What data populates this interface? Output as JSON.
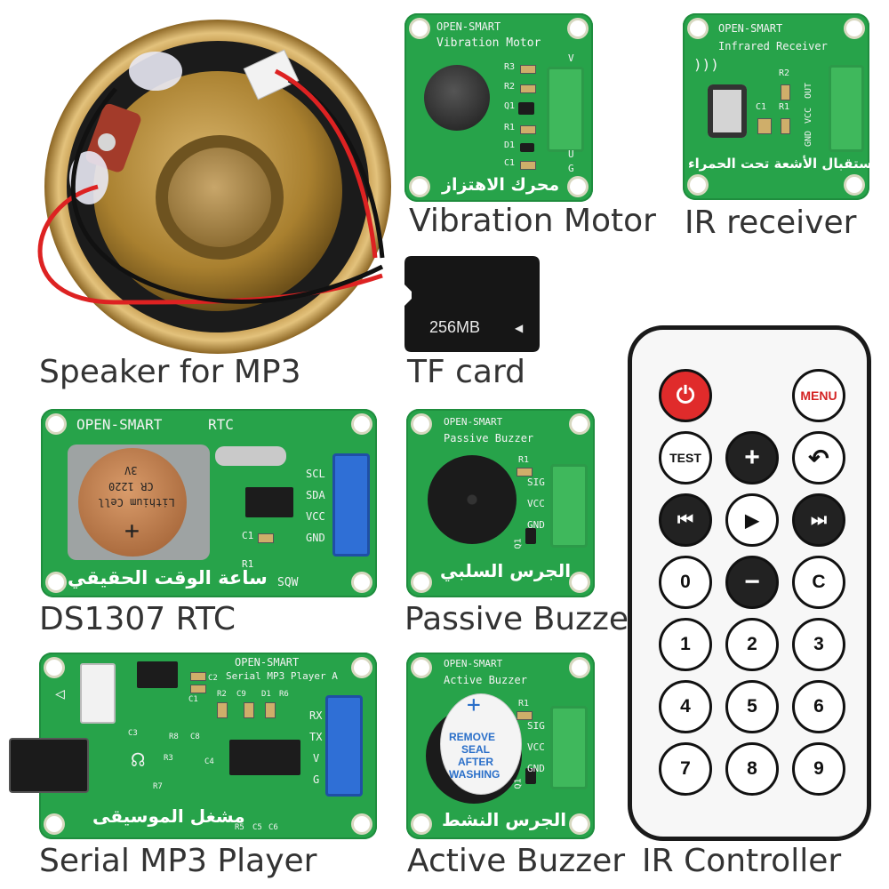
{
  "captions": {
    "speaker": "Speaker for MP3",
    "vibration": "Vibration Motor",
    "ir_receiver": "IR receiver",
    "tf_card": "TF card",
    "rtc": "DS1307 RTC",
    "passive_buzzer": "Passive Buzzer",
    "mp3_player": "Serial MP3 Player",
    "active_buzzer": "Active Buzzer",
    "ir_controller": "IR Controller"
  },
  "vibration_board": {
    "brand": "OPEN-SMART",
    "title": "Vibration Motor",
    "arabic": "محرك الاهتزاز",
    "pins": [
      "V",
      "U",
      "G"
    ],
    "parts": [
      "R3",
      "R2",
      "Q1",
      "R1",
      "D1",
      "C1"
    ]
  },
  "ir_board": {
    "brand": "OPEN-SMART",
    "title": "Infrared Receiver",
    "arabic": "استقبال الأشعة تحت الحمراء",
    "pins": [
      "OUT",
      "VCC",
      "GND"
    ],
    "parts": [
      "R2",
      "C1",
      "R1"
    ]
  },
  "tf_card": {
    "label": "256MB"
  },
  "rtc_board": {
    "brand": "OPEN-SMART",
    "title": "RTC",
    "arabic": "ساعة الوقت الحقيقي",
    "battery_text": [
      "3V",
      "CR 1220",
      "Lithium Cell"
    ],
    "battery_plus": "+",
    "pins": [
      "SCL",
      "SDA",
      "VCC",
      "GND"
    ],
    "extra_label": "SQW",
    "parts": [
      "C1",
      "R1"
    ]
  },
  "passive_board": {
    "brand": "OPEN-SMART",
    "title": "Passive Buzzer",
    "arabic": "الجرس السلبي",
    "pins": [
      "SIG",
      "VCC",
      "GND"
    ],
    "parts": [
      "R1",
      "Q1"
    ]
  },
  "mp3_board": {
    "brand": "OPEN-SMART",
    "title": "Serial MP3 Player A",
    "arabic": "مشغل الموسيقى",
    "pins": [
      "RX",
      "TX",
      "V",
      "G"
    ],
    "parts": [
      "C2",
      "C1",
      "R2",
      "C9",
      "D1",
      "R6",
      "C3",
      "R8",
      "C8",
      "R3",
      "C4",
      "R7",
      "R5",
      "C5",
      "C6"
    ]
  },
  "active_board": {
    "brand": "OPEN-SMART",
    "title": "Active Buzzer",
    "arabic": "الجرس النشط",
    "sticker_plus": "+",
    "sticker_text": [
      "REMOVE",
      "SEAL",
      "AFTER",
      "WASHING"
    ],
    "pins": [
      "SIG",
      "VCC",
      "GND"
    ],
    "parts": [
      "R1",
      "Q1"
    ]
  },
  "remote": {
    "buttons": {
      "power": "⏻",
      "menu": "MENU",
      "test": "TEST",
      "plus": "+",
      "back": "↶",
      "rewind": "⏮",
      "play": "▶",
      "forward": "⏭",
      "zero": "0",
      "minus": "−",
      "clear": "C",
      "one": "1",
      "two": "2",
      "three": "3",
      "four": "4",
      "five": "5",
      "six": "6",
      "seven": "7",
      "eight": "8",
      "nine": "9"
    }
  },
  "colors": {
    "pcb": "#27a34a",
    "connector_green": "#3fb85c",
    "connector_blue": "#2f6fd6",
    "power_button": "#e02b2b",
    "menu_text": "#d42424"
  }
}
